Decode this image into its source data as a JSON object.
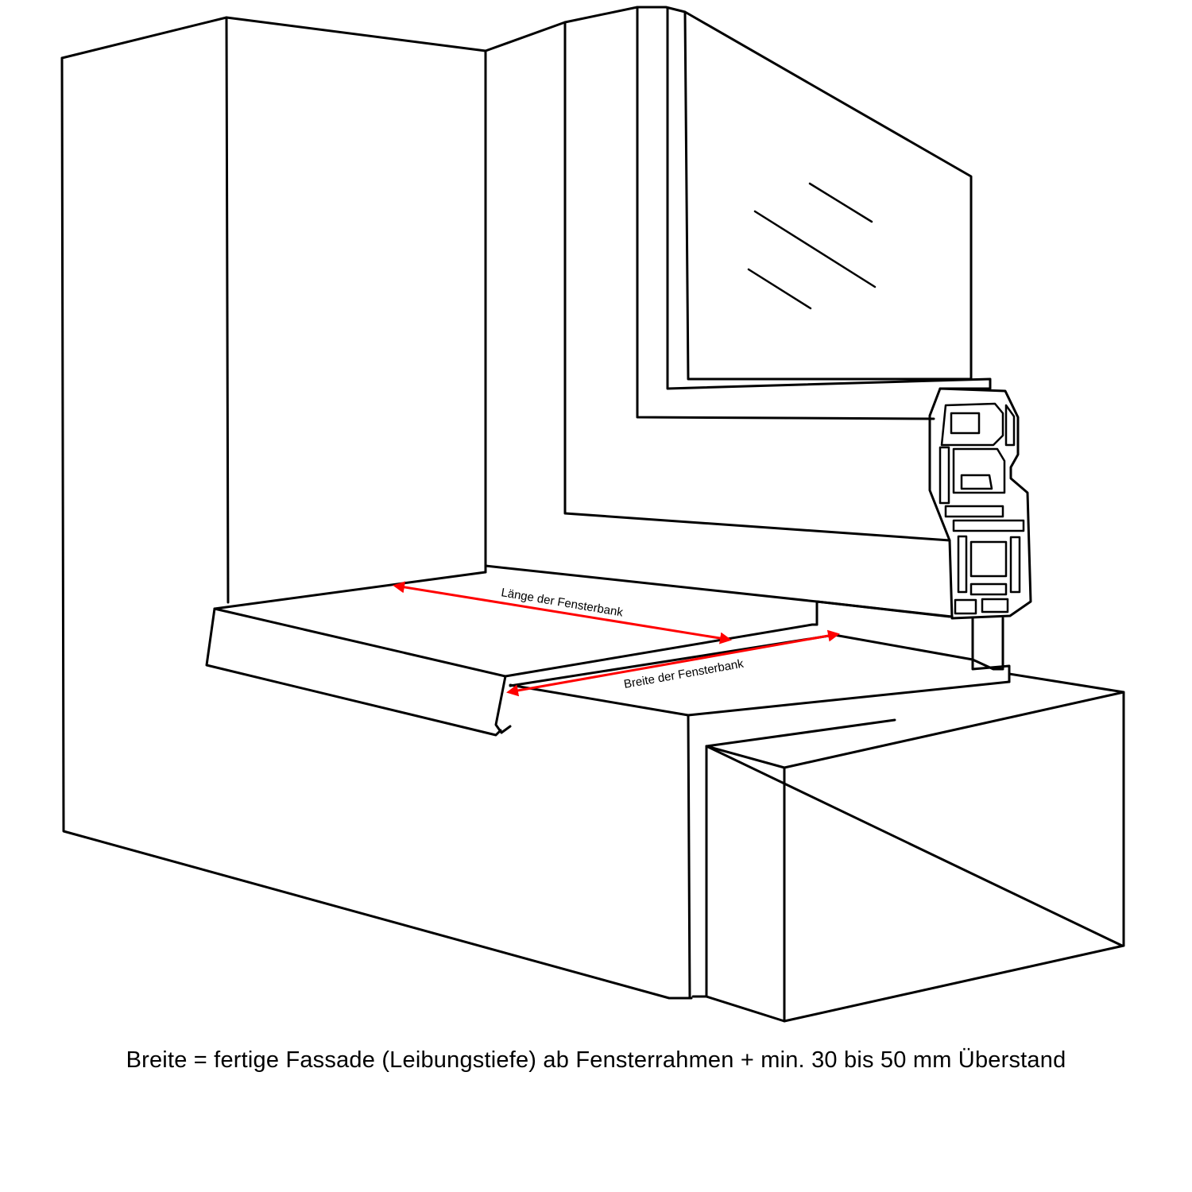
{
  "caption": "Breite = fertige Fassade (Leibungstiefe) ab Fensterrahmen + min. 30 bis 50 mm Überstand",
  "dimensions": {
    "length_label": "Länge der Fensterbank",
    "width_label": "Breite der Fensterbank"
  },
  "colors": {
    "line": "#000000",
    "dimension_arrow": "#ff0000",
    "background": "#ffffff"
  }
}
